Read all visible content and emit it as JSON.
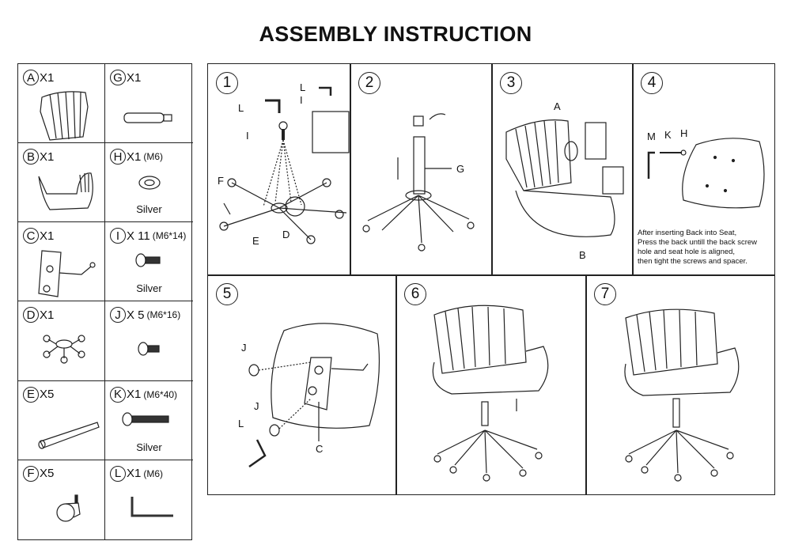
{
  "title": "ASSEMBLY INSTRUCTION",
  "parts": [
    {
      "letter": "A",
      "qty": "X1",
      "spec": "",
      "note": ""
    },
    {
      "letter": "G",
      "qty": "X1",
      "spec": "",
      "note": ""
    },
    {
      "letter": "B",
      "qty": "X1",
      "spec": "",
      "note": ""
    },
    {
      "letter": "H",
      "qty": "X1",
      "spec": "(M6)",
      "note": "Silver"
    },
    {
      "letter": "C",
      "qty": "X1",
      "spec": "",
      "note": ""
    },
    {
      "letter": "I",
      "qty": "X 11",
      "spec": "(M6*14)",
      "note": "Silver"
    },
    {
      "letter": "D",
      "qty": "X1",
      "spec": "",
      "note": ""
    },
    {
      "letter": "J",
      "qty": "X 5",
      "spec": "(M6*16)",
      "note": ""
    },
    {
      "letter": "E",
      "qty": "X5",
      "spec": "",
      "note": ""
    },
    {
      "letter": "K",
      "qty": "X1",
      "spec": "(M6*40)",
      "note": "Silver"
    },
    {
      "letter": "F",
      "qty": "X5",
      "spec": "",
      "note": ""
    },
    {
      "letter": "L",
      "qty": "X1",
      "spec": "(M6)",
      "note": ""
    }
  ],
  "steps": [
    {
      "number": "1",
      "labels": [
        "L",
        "I",
        "L",
        "I",
        "F",
        "E",
        "D"
      ]
    },
    {
      "number": "2",
      "labels": [
        "G"
      ]
    },
    {
      "number": "3",
      "labels": [
        "A",
        "B"
      ]
    },
    {
      "number": "4",
      "labels": [
        "M",
        "K",
        "H"
      ],
      "text": [
        "After inserting Back into Seat,",
        "Press the back untill the back screw",
        "hole and seat hole is aligned,",
        "then tight the screws and spacer."
      ]
    },
    {
      "number": "5",
      "labels": [
        "J",
        "J",
        "L",
        "C"
      ]
    },
    {
      "number": "6",
      "labels": []
    },
    {
      "number": "7",
      "labels": []
    }
  ]
}
